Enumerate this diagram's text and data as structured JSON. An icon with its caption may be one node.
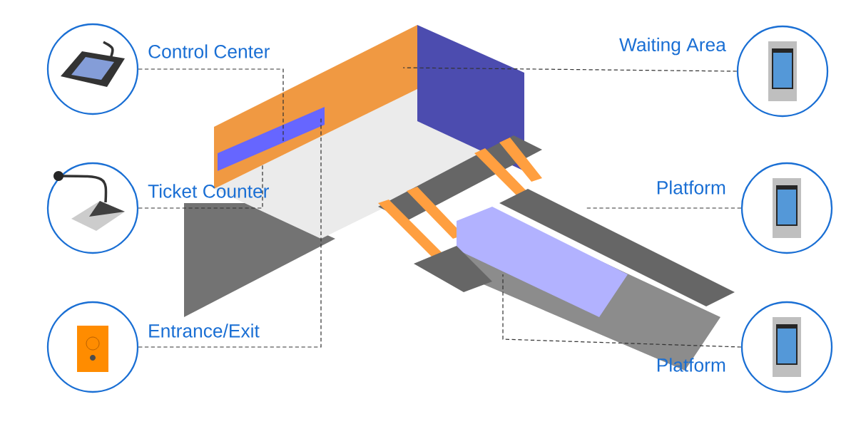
{
  "diagram": {
    "nodes": [
      {
        "text": [
          "Control Center"
        ]
      },
      {
        "text": [
          "Ticket Counter"
        ]
      },
      {
        "text": [
          "Entrance/Exit"
        ]
      },
      {
        "text": [
          "Waiting Area"
        ]
      },
      {
        "text": [
          "Platform"
        ]
      },
      {
        "text": [
          "Platform"
        ]
      }
    ],
    "edges": [
      {
        "from": 0,
        "to": null,
        "arrow": "none",
        "style": "dashed"
      },
      {
        "from": 1,
        "to": null,
        "arrow": "none",
        "style": "dashed"
      },
      {
        "from": 2,
        "to": null,
        "arrow": "none",
        "style": "dashed"
      },
      {
        "from": 3,
        "to": null,
        "arrow": "none",
        "style": "dashed"
      },
      {
        "from": 4,
        "to": null,
        "arrow": "none",
        "style": "dashed"
      },
      {
        "from": 5,
        "to": null,
        "arrow": "none",
        "style": "dashed"
      }
    ]
  }
}
